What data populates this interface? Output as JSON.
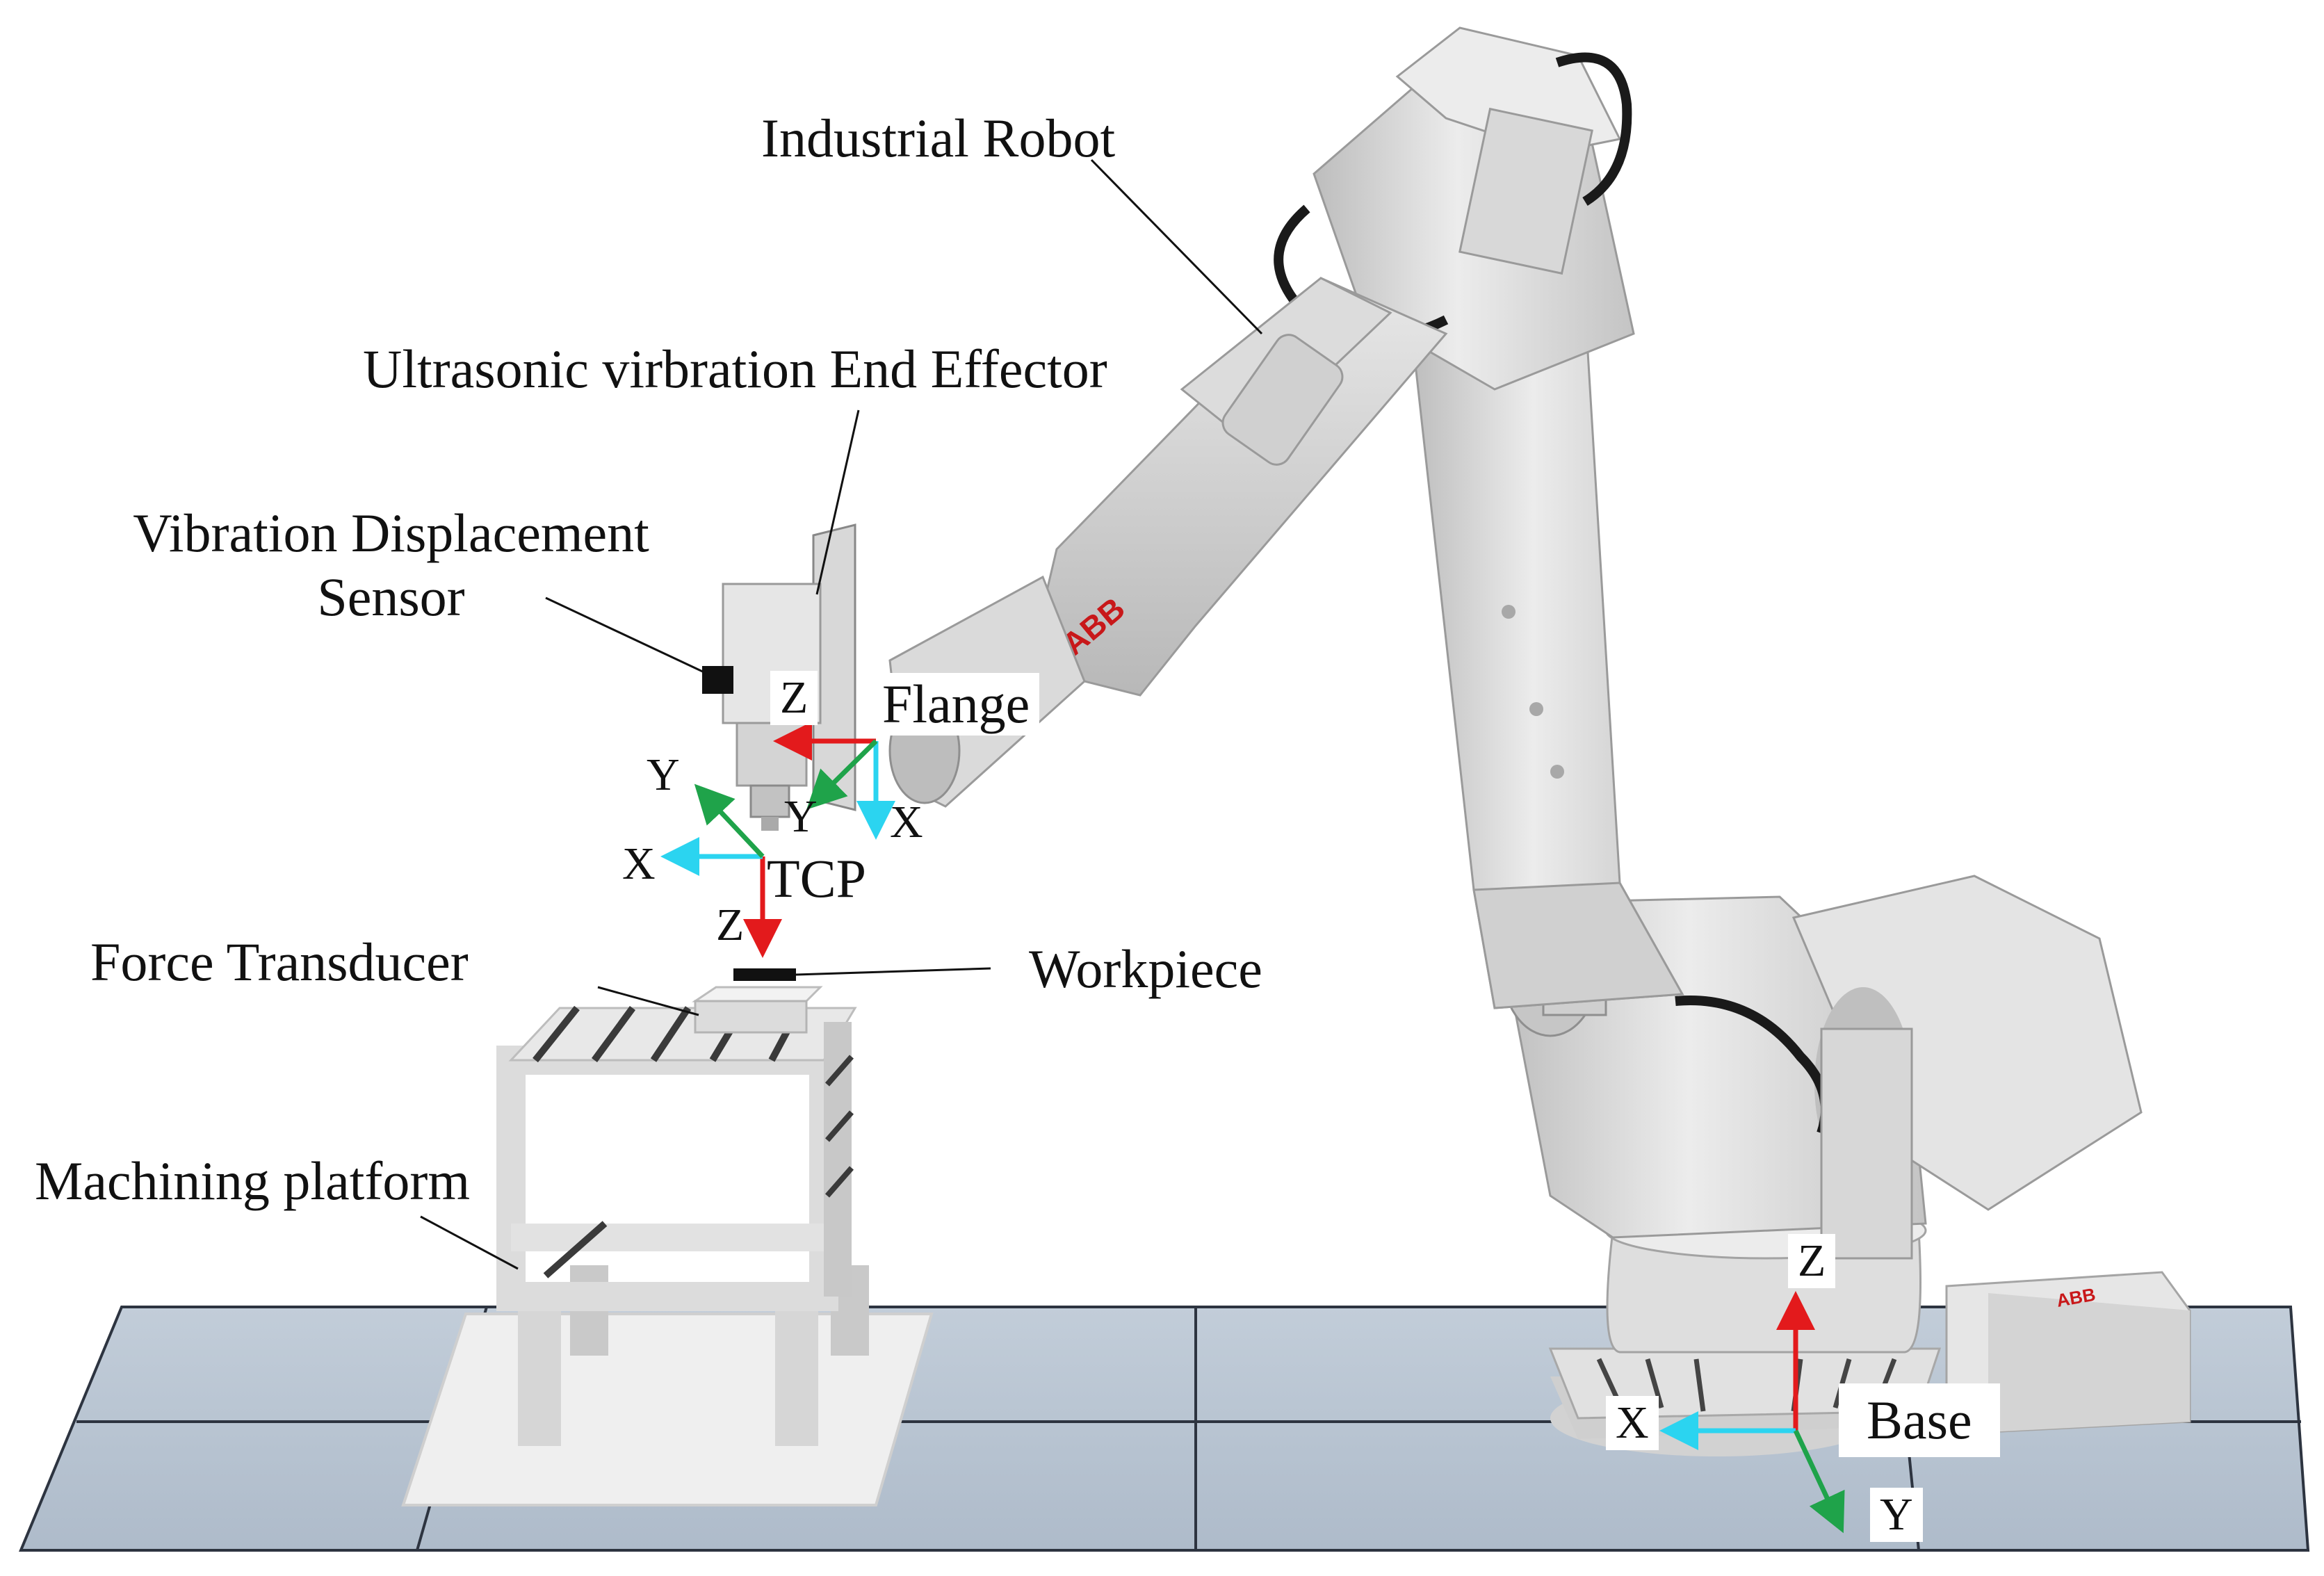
{
  "labels": {
    "industrial_robot": "Industrial Robot",
    "end_effector": "Ultrasonic virbration End Effector",
    "sensor_line1": "Vibration Displacement",
    "sensor_line2": "Sensor",
    "flange": "Flange",
    "force_transducer": "Force Transducer",
    "workpiece": "Workpiece",
    "machining_platform": "Machining platform",
    "tcp": "TCP",
    "base": "Base",
    "logo": "ABB"
  },
  "axes": {
    "flange": {
      "z": "Z",
      "y": "Y",
      "x": "X"
    },
    "tcp": {
      "y": "Y",
      "x": "X",
      "z": "Z"
    },
    "base": {
      "z": "Z",
      "x": "X",
      "y": "Y"
    }
  },
  "colors": {
    "floor": "#b9c5d3",
    "floor_edge": "#2d3440",
    "robot_body": "#d9d9d9",
    "robot_shadow": "#a9a9a9",
    "axis_z": "#e31a1c",
    "axis_x": "#2bd4f0",
    "axis_y": "#1fa34a",
    "cable": "#1a1a1a"
  }
}
